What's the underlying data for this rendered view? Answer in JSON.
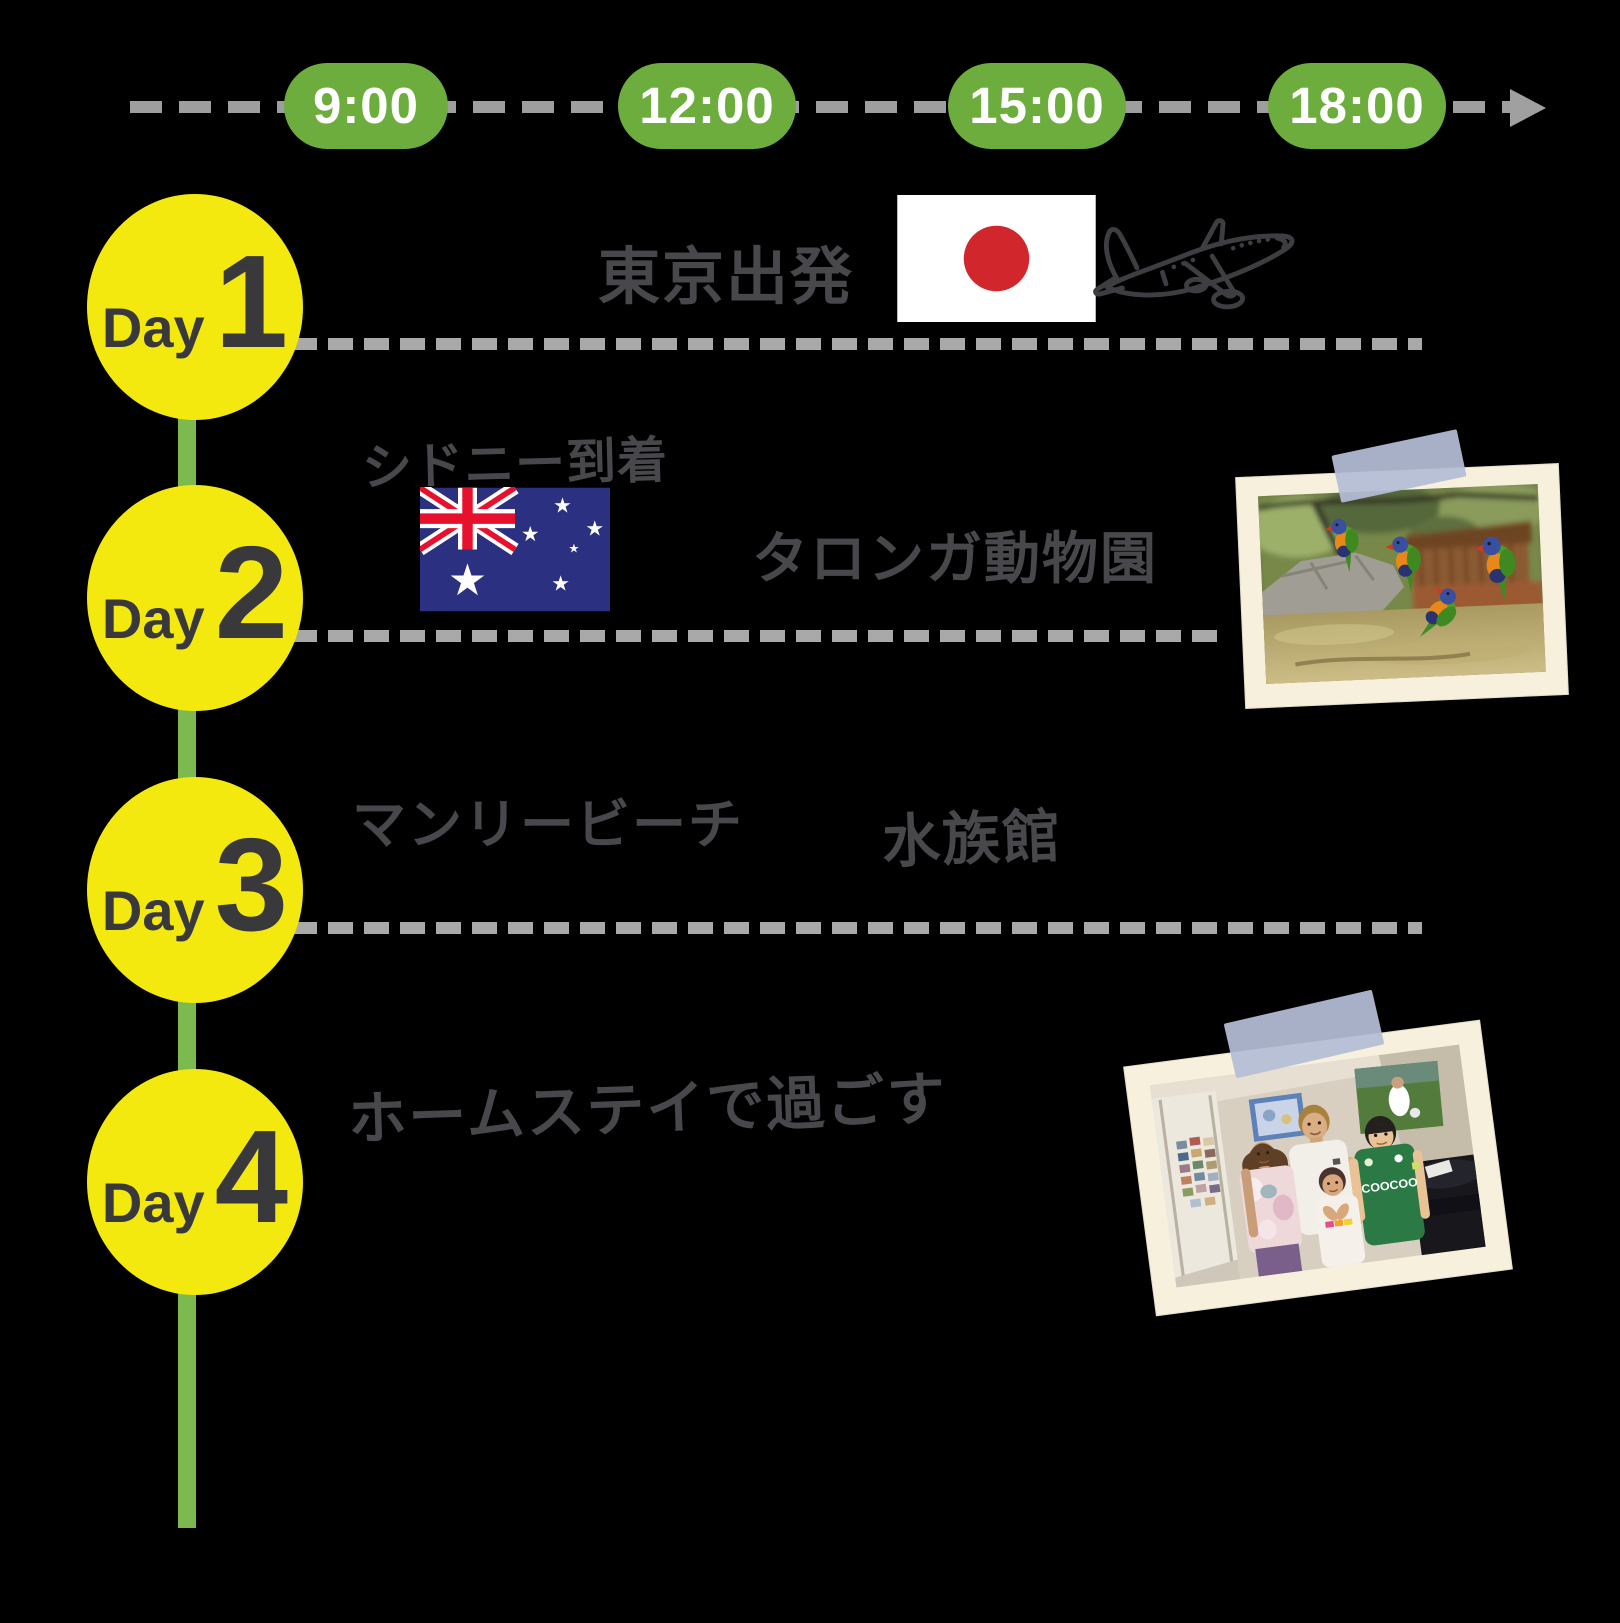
{
  "timeline": {
    "times": [
      "9:00",
      "12:00",
      "15:00",
      "18:00"
    ]
  },
  "days": [
    {
      "label": "Day",
      "number": "1",
      "event1": "東京出発"
    },
    {
      "label": "Day",
      "number": "2",
      "event1": "シドニー到着",
      "event2": "タロンガ動物園"
    },
    {
      "label": "Day",
      "number": "3",
      "event1": "マンリービーチ",
      "event2": "水族館"
    },
    {
      "label": "Day",
      "number": "4",
      "event1": "ホームステイで過ごす"
    }
  ],
  "photo2": {
    "jersey_text": "COOCOO"
  },
  "colors": {
    "time_pill_green": "#6cad3d",
    "spine_green": "#7cb94e",
    "day_yellow": "#f3e90e",
    "dash_gray": "#a9a9a9",
    "handwriting_gray": "#48484c",
    "tape_blue": "#b4bdd5",
    "photo_border_cream": "#f6f0dd",
    "japan_flag_red": "#d0262c",
    "australia_flag_blue": "#2b3180",
    "australia_flag_red": "#e8112d"
  }
}
